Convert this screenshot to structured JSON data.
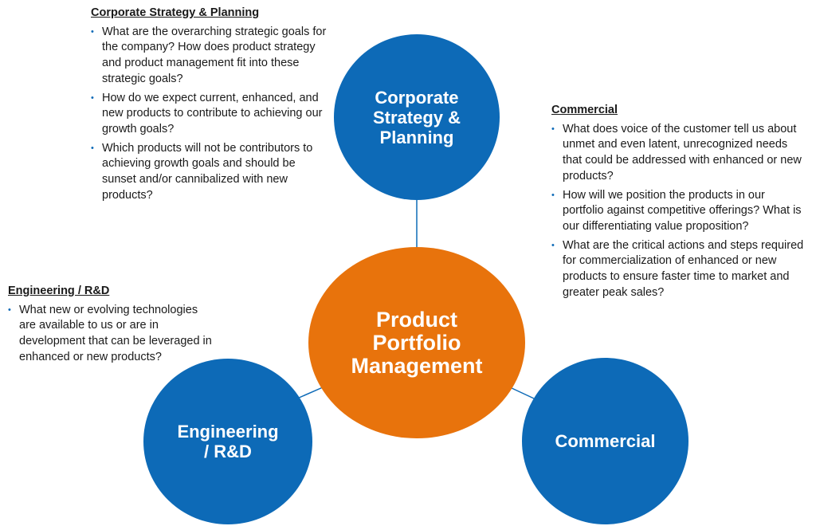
{
  "diagram": {
    "colors": {
      "blue": "#0d6ab7",
      "orange": "#e8730c"
    },
    "nodes": {
      "center": "Product\nPortfolio\nManagement",
      "corporate": "Corporate\nStrategy &\nPlanning",
      "engineering": "Engineering\n/ R&D",
      "commercial": "Commercial"
    },
    "panels": {
      "corporate": {
        "title": "Corporate Strategy & Planning",
        "bullets": [
          "What are the overarching strategic goals for the company?  How does product strategy and product management fit into these strategic goals?",
          "How do we expect current, enhanced, and new products to contribute to achieving our growth goals?",
          "Which products will not be contributors to achieving growth goals and should be sunset and/or cannibalized with new products?"
        ]
      },
      "commercial": {
        "title": "Commercial",
        "bullets": [
          "What does voice of the customer tell us about unmet and even latent, unrecognized needs that could be addressed with enhanced or new products?",
          "How will we position the products in our portfolio against competitive offerings? What is our differentiating value proposition?",
          "What are the critical actions and steps required for commercialization of enhanced or new products to ensure faster time to market and greater peak sales?"
        ]
      },
      "engineering": {
        "title": "Engineering / R&D",
        "bullets": [
          "What new or evolving technologies are available to us or are in development that can be leveraged in enhanced or new products?"
        ]
      }
    }
  }
}
